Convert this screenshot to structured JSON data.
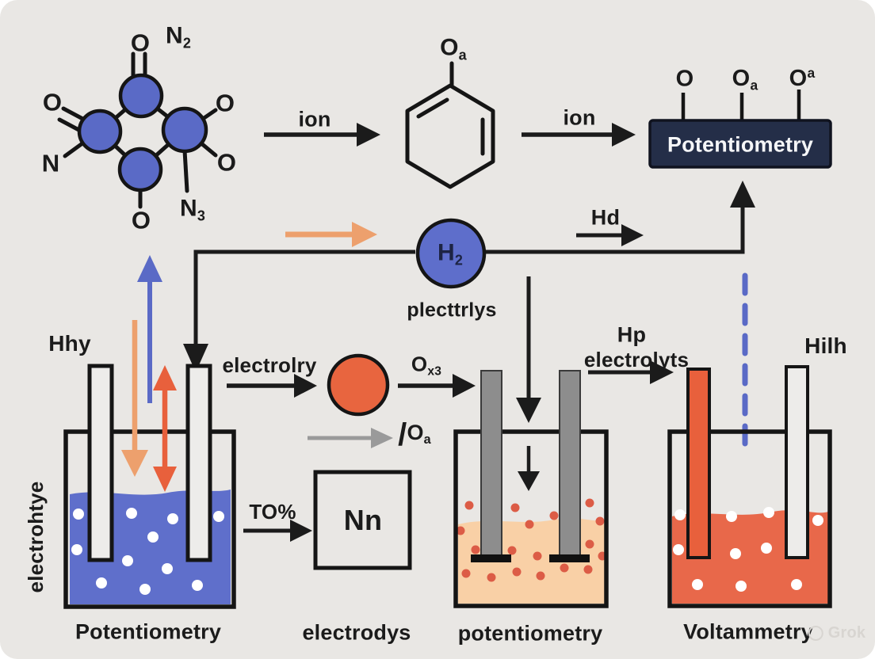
{
  "palette": {
    "background": "#e9e7e4",
    "molecule_blue": "#5a6ac6",
    "h2_blue": "#5e6ecb",
    "liquid_blue": "#5f6fcb",
    "orange_circle": "#e8653f",
    "orange_light_arrow": "#eda06d",
    "red_orange_arrow": "#e8603c",
    "peach_liquid": "#f9d0a6",
    "salmon_liquid": "#e8684a",
    "gray_electrode": "#8d8d8d",
    "gray_arrow": "#9a9a9a",
    "navy_box": "#242e48",
    "ink": "#1b1b1b",
    "dashed_blue": "#5a6ac6"
  },
  "molecule": {
    "n2": {
      "base": "N",
      "sub": "2"
    },
    "o_top": "O",
    "o_left": "O",
    "n_left": "N",
    "o_right_top": "O",
    "o_right_bottom": "O",
    "o_bottom": "O",
    "n3": {
      "base": "N",
      "sub": "3"
    }
  },
  "hexagon": {
    "oa": {
      "base": "O",
      "sub": "a"
    }
  },
  "flow": {
    "ion1": "ion",
    "ion2": "ion",
    "hd": "Hd",
    "electrolry": "electrolry",
    "ox3": {
      "base": "O",
      "sub": "x3"
    },
    "slash_oa": {
      "slash": "/",
      "base": "O",
      "sub": "a"
    },
    "to_pct": "TO%",
    "hp": "Hp",
    "electrolyts": "electrolyts"
  },
  "potentiometry_box": {
    "label": "Potentiometry",
    "terminals": [
      {
        "base": "O"
      },
      {
        "base": "O",
        "sub": "a"
      },
      {
        "base": "O",
        "sup": "a"
      }
    ]
  },
  "h2": {
    "base": "H",
    "sub": "2",
    "caption": "plecttrlys"
  },
  "beakers": {
    "left": {
      "top": "Hhy",
      "side": "electrohtye",
      "caption": "Potentiometry"
    },
    "middle": {
      "caption": "potentiometry"
    },
    "right": {
      "top": "Hilh",
      "caption": "Voltammetry"
    }
  },
  "nn": {
    "label": "Nn",
    "caption": "electrodys"
  },
  "watermark": "Grok"
}
